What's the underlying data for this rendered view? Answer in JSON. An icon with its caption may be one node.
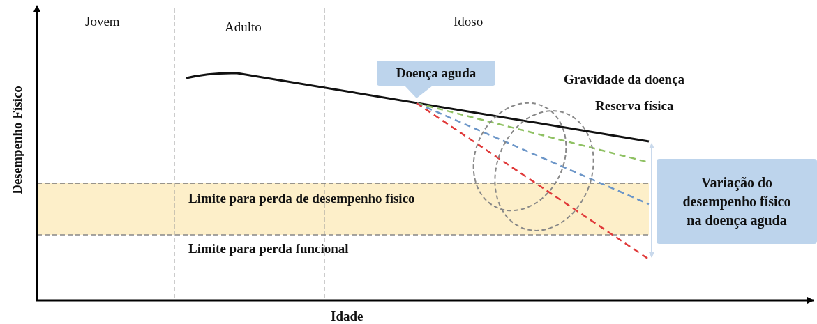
{
  "diagram": {
    "nodes": [
      {
        "text": [
          "Doença aguda"
        ]
      },
      {
        "text": [
          "Variação do desempenho físico na doença aguda"
        ]
      }
    ],
    "edges": [],
    "labels": [
      "Jovem",
      "Adulto",
      "Idoso",
      "Desempenho Físico",
      "Idade",
      "Gravidade da doença",
      "Reserva física",
      "Limite para perda de desempenho físico",
      "Limite para perda funcional"
    ]
  }
}
